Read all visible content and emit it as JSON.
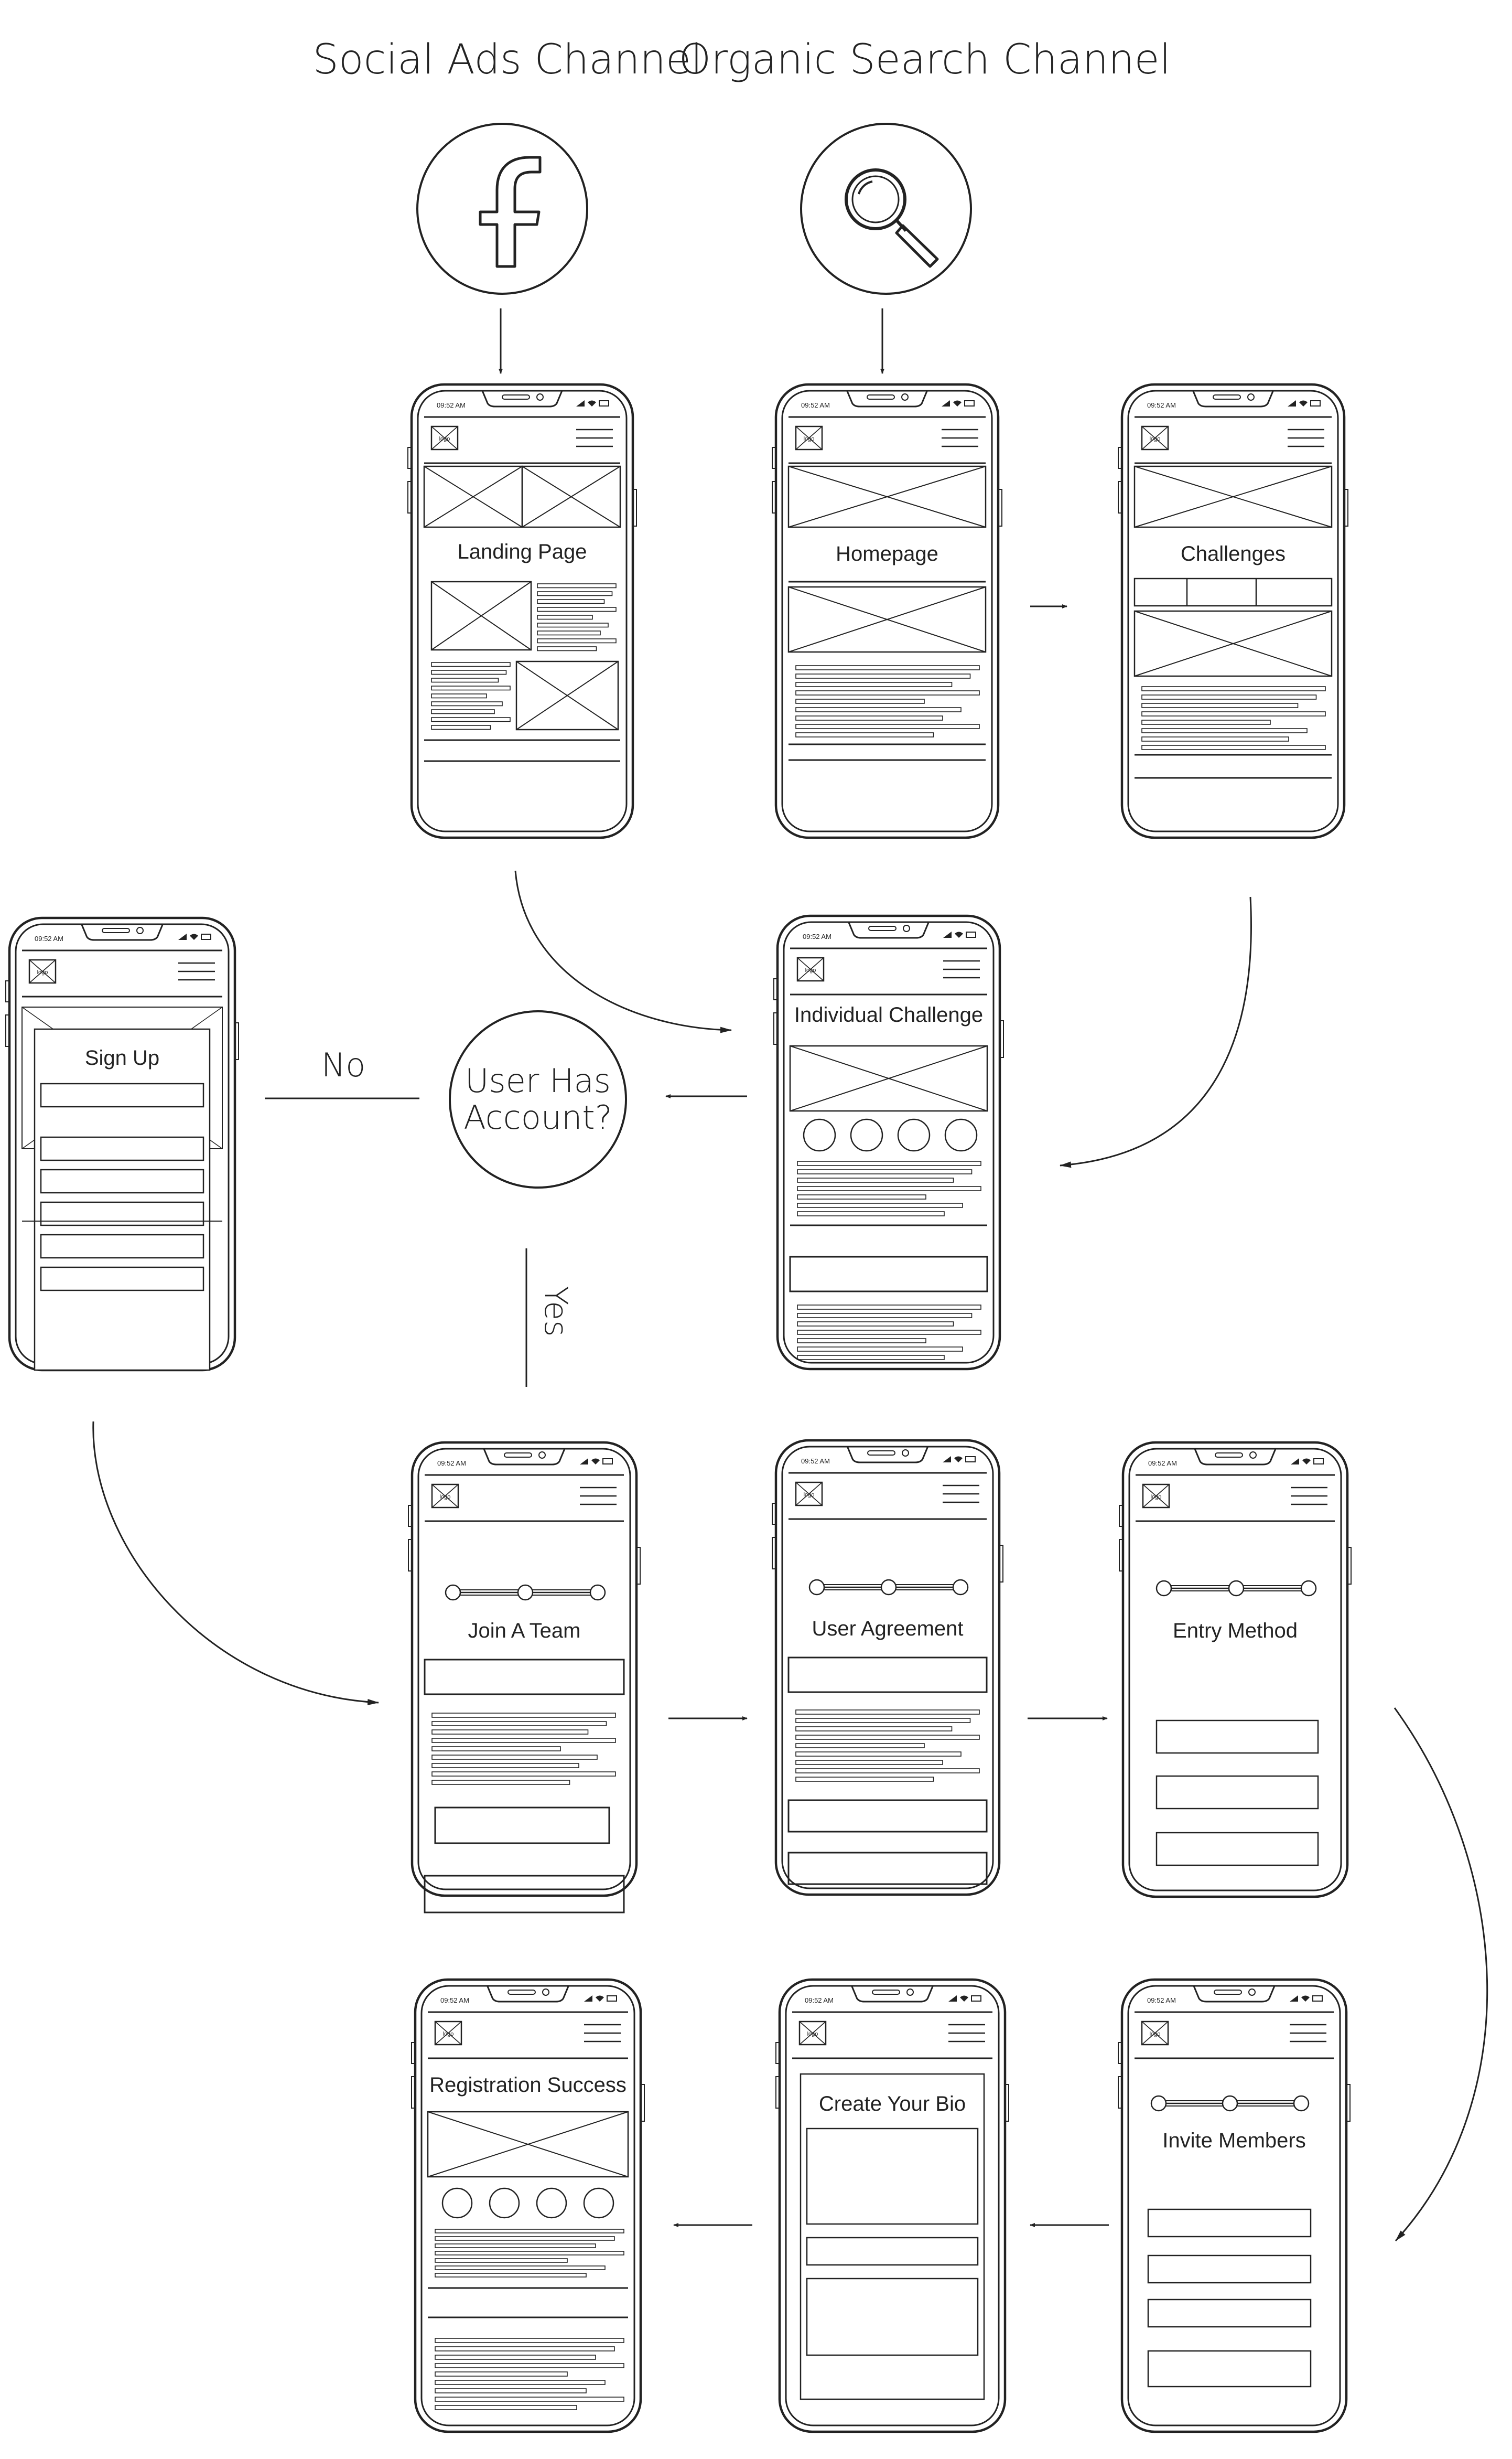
{
  "channels": {
    "social": "Social Ads Channel",
    "organic": "Organic Search Channel"
  },
  "icons": {
    "social": "facebook-icon",
    "organic": "search-icon"
  },
  "decision": {
    "line1": "User Has",
    "line2": "Account?",
    "no": "No",
    "yes": "Yes"
  },
  "status_bar": {
    "time": "09:52 AM",
    "logo": "logo"
  },
  "screens": {
    "landing": "Landing Page",
    "homepage": "Homepage",
    "challenges": "Challenges",
    "individual": "Individual Challenge",
    "signup": "Sign Up",
    "join": "Join A Team",
    "agreement": "User Agreement",
    "entry": "Entry Method",
    "success": "Registration Success",
    "bio": "Create Your Bio",
    "invite": "Invite Members"
  },
  "colors": {
    "stroke": "#222222",
    "background": "#ffffff"
  }
}
